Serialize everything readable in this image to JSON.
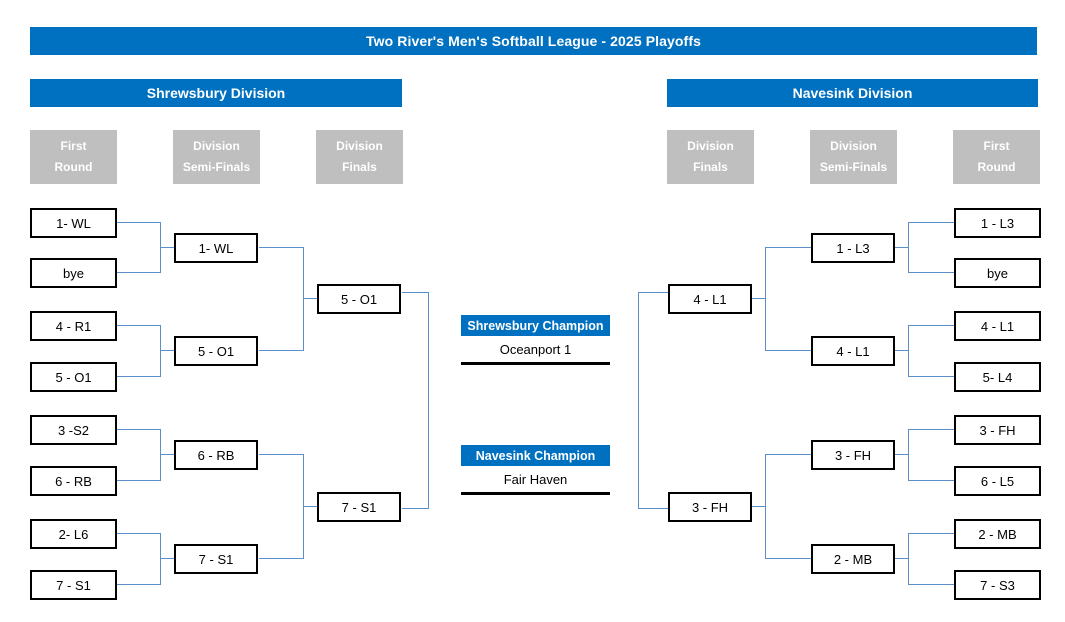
{
  "title": "Two River's Men's Softball League - 2025 Playoffs",
  "colors": {
    "accent_blue": "#0070C0",
    "header_gray": "#BFBFBF",
    "connector_blue": "#5B8FC9",
    "box_border": "#000000"
  },
  "divisions": {
    "left": {
      "name": "Shrewsbury Division",
      "round_headers": [
        {
          "line1": "First",
          "line2": "Round"
        },
        {
          "line1": "Division",
          "line2": "Semi-Finals"
        },
        {
          "line1": "Division",
          "line2": "Finals"
        }
      ],
      "first_round": [
        {
          "label": "1- WL"
        },
        {
          "label": "bye"
        },
        {
          "label": "4 - R1"
        },
        {
          "label": "5 - O1"
        },
        {
          "label": "3 -S2"
        },
        {
          "label": "6 - RB"
        },
        {
          "label": "2- L6"
        },
        {
          "label": "7 - S1"
        }
      ],
      "semi_finals": [
        {
          "label": "1- WL"
        },
        {
          "label": "5 - O1"
        },
        {
          "label": "6 - RB"
        },
        {
          "label": "7 - S1"
        }
      ],
      "finals": [
        {
          "label": "5 - O1"
        },
        {
          "label": "7 - S1"
        }
      ]
    },
    "right": {
      "name": "Navesink Division",
      "round_headers": [
        {
          "line1": "Division",
          "line2": "Finals"
        },
        {
          "line1": "Division",
          "line2": "Semi-Finals"
        },
        {
          "line1": "First",
          "line2": "Round"
        }
      ],
      "first_round": [
        {
          "label": "1 - L3"
        },
        {
          "label": "bye"
        },
        {
          "label": "4 - L1"
        },
        {
          "label": "5- L4"
        },
        {
          "label": "3 - FH"
        },
        {
          "label": "6 - L5"
        },
        {
          "label": "2 - MB"
        },
        {
          "label": "7 - S3"
        }
      ],
      "semi_finals": [
        {
          "label": "1 - L3"
        },
        {
          "label": "4 - L1"
        },
        {
          "label": "3 - FH"
        },
        {
          "label": "2 - MB"
        }
      ],
      "finals": [
        {
          "label": "4 - L1"
        },
        {
          "label": "3 - FH"
        }
      ]
    }
  },
  "champions": [
    {
      "heading": "Shrewsbury Champion",
      "team": "Oceanport 1"
    },
    {
      "heading": "Navesink Champion",
      "team": "Fair Haven"
    }
  ]
}
